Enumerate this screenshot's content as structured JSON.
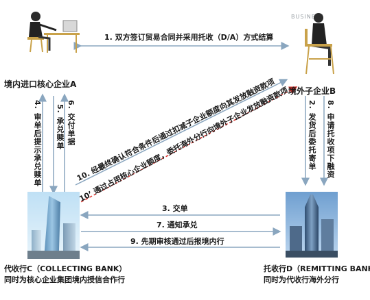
{
  "parties": {
    "importer": "境内进口核心企业A",
    "exporter": "境外子企业B",
    "collecting_bank_line1": "代收行C（COLLECTING BANK）",
    "collecting_bank_line2": "同时为核心企业集团境内授信合作行",
    "remitting_bank_line1": "托收行D（REMITTING BANK）",
    "remitting_bank_line2": "同时为代收行海外分行"
  },
  "steps": {
    "s1": "1. 双方签订贸易合同并采用托收（D/A）方式结算",
    "s2": "2. 发货后委托寄单",
    "s3": "3. 交单",
    "s4": "4. 审单后提示承兑赎单",
    "s5": "5. 承兑赎单",
    "s6": "6. 交付单据",
    "s7": "7. 通知承兑",
    "s8": "8. 申请托收项下融资",
    "s9": "9. 先期审核通过后报境内行",
    "s10": "10. 经最终确认符合条件后通过扣减子企业额度向其发放融资款项",
    "s10p": "10’ 通过占用核心企业额度，委托海外分行向境外子企业发放融资款项"
  },
  "watermark": "BUSINESS",
  "colors": {
    "arrow": "#8aa6bf",
    "dashed": "#e0302a"
  }
}
